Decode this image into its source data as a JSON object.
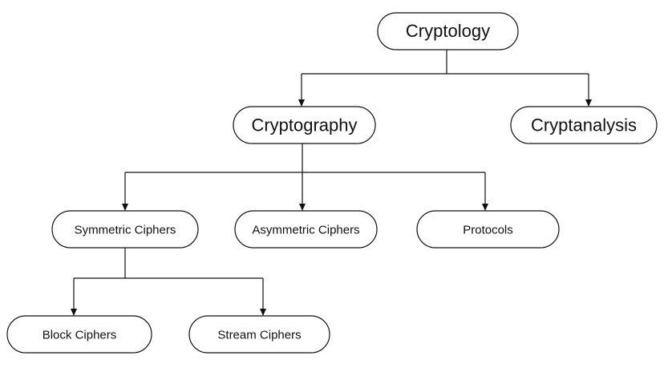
{
  "diagram": {
    "type": "hierarchy",
    "nodes": {
      "cryptology": "Cryptology",
      "cryptography": "Cryptography",
      "cryptanalysis": "Cryptanalysis",
      "symmetric_ciphers": "Symmetric Ciphers",
      "asymmetric_ciphers": "Asymmetric Ciphers",
      "protocols": "Protocols",
      "block_ciphers": "Block Ciphers",
      "stream_ciphers": "Stream Ciphers"
    },
    "edges": [
      [
        "cryptology",
        "cryptography"
      ],
      [
        "cryptology",
        "cryptanalysis"
      ],
      [
        "cryptography",
        "symmetric_ciphers"
      ],
      [
        "cryptography",
        "asymmetric_ciphers"
      ],
      [
        "cryptography",
        "protocols"
      ],
      [
        "symmetric_ciphers",
        "block_ciphers"
      ],
      [
        "symmetric_ciphers",
        "stream_ciphers"
      ]
    ]
  },
  "colors": {
    "stroke": "#111111",
    "background": "#ffffff"
  }
}
